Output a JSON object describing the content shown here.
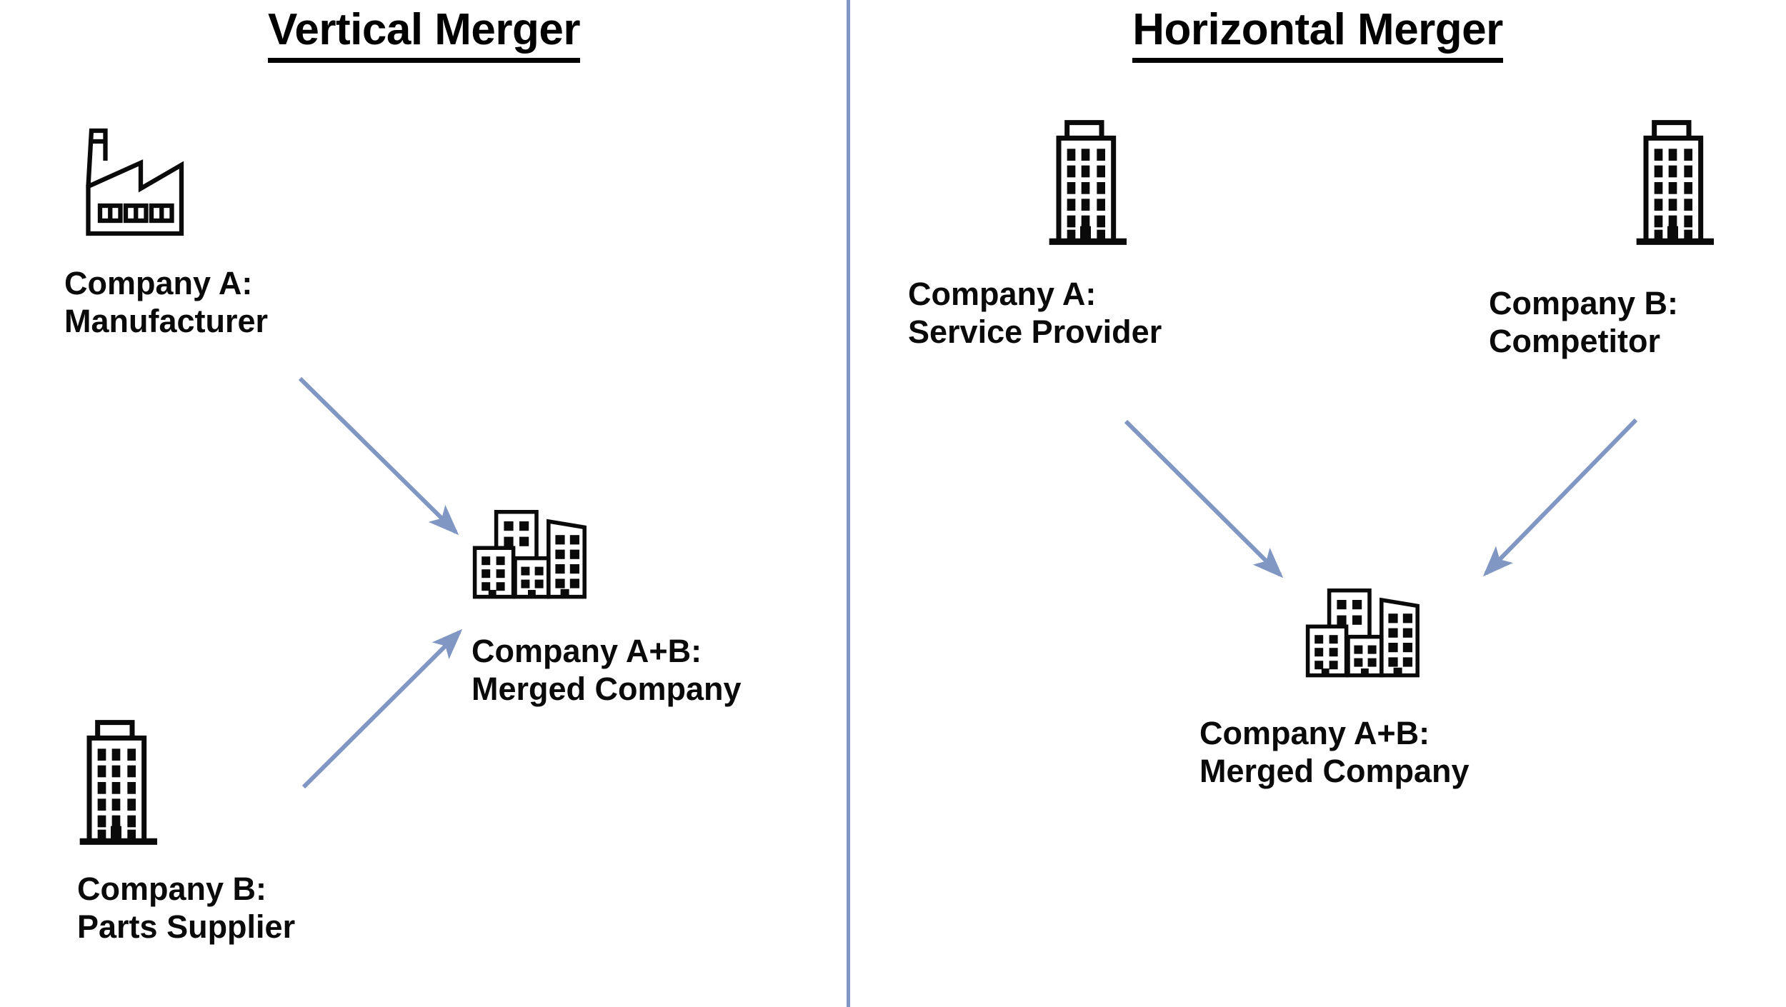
{
  "figure": {
    "background_color": "#ffffff",
    "text_color": "#0a0a0a",
    "accent_color": "#8096c3",
    "divider_color": "#8096c3"
  },
  "panels": {
    "vertical": {
      "title": "Vertical Merger",
      "nodes": {
        "company_a": {
          "icon": "factory-icon",
          "line1": "Company A:",
          "line2": "Manufacturer"
        },
        "company_b": {
          "icon": "office-building-icon",
          "line1": "Company B:",
          "line2": "Parts Supplier"
        },
        "merged": {
          "icon": "city-buildings-icon",
          "line1": "Company A+B:",
          "line2": "Merged Company"
        }
      },
      "arrows": [
        {
          "name": "arrow-company-a-to-merged",
          "from": "company_a",
          "to": "merged",
          "direction": "down-right"
        },
        {
          "name": "arrow-company-b-to-merged",
          "from": "company_b",
          "to": "merged",
          "direction": "up-right"
        }
      ]
    },
    "horizontal": {
      "title": "Horizontal Merger",
      "nodes": {
        "company_a": {
          "icon": "office-building-icon",
          "line1": "Company A:",
          "line2": "Service Provider"
        },
        "company_b": {
          "icon": "office-building-icon",
          "line1": "Company B:",
          "line2": "Competitor"
        },
        "merged": {
          "icon": "city-buildings-icon",
          "line1": "Company A+B:",
          "line2": "Merged Company"
        }
      },
      "arrows": [
        {
          "name": "arrow-company-a-to-merged",
          "from": "company_a",
          "to": "merged",
          "direction": "down-right"
        },
        {
          "name": "arrow-company-b-to-merged",
          "from": "company_b",
          "to": "merged",
          "direction": "down-left"
        }
      ]
    }
  }
}
